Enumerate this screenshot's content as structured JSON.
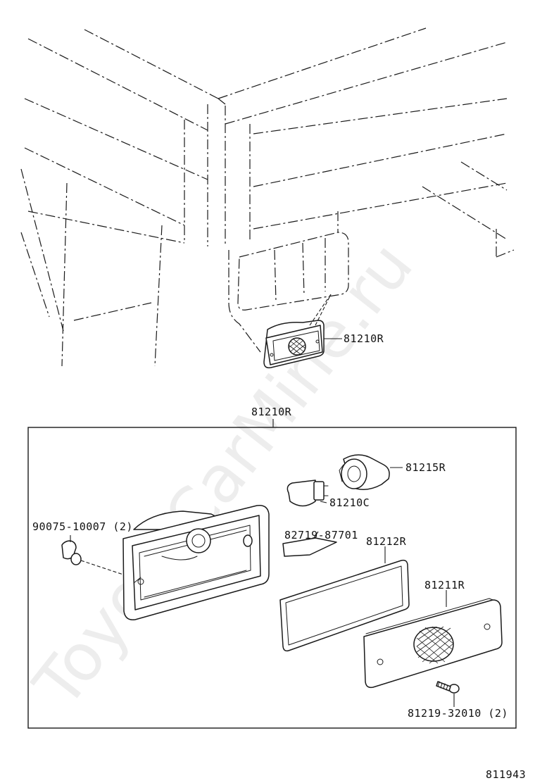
{
  "watermark": "ToyotaCarMine.ru",
  "figure_number": "811943",
  "labels": {
    "assembly_top": "81210R",
    "assembly_box": "81210R",
    "bulb_socket": "81215R",
    "bulb": "81210C",
    "clip": "90075-10007 (2)",
    "label_plate": "82719-87701",
    "gasket": "81212R",
    "lens": "81211R",
    "screw": "81219-32010 (2)"
  }
}
